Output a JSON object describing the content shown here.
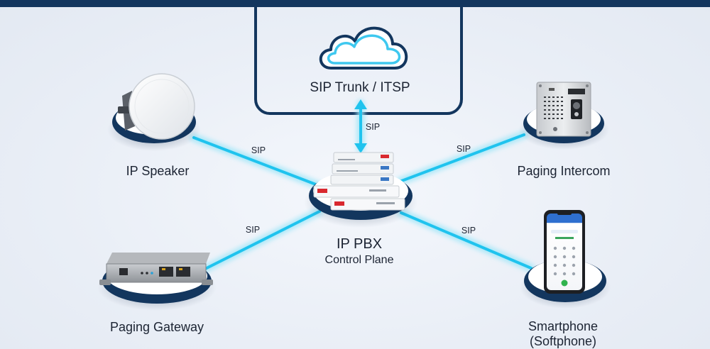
{
  "cloud": {
    "label": "SIP Trunk / ITSP",
    "link_label": "SIP"
  },
  "pbx": {
    "title": "IP PBX",
    "subtitle": "Control Plane"
  },
  "devices": {
    "ip_speaker": {
      "label": "IP Speaker",
      "link_label": "SIP"
    },
    "paging_intercom": {
      "label": "Paging Intercom",
      "link_label": "SIP"
    },
    "paging_gateway": {
      "label": "Paging Gateway",
      "link_label": "SIP"
    },
    "smartphone": {
      "label": "Smartphone\n(Softphone)",
      "link_label": "SIP"
    }
  },
  "colors": {
    "navy": "#13365e",
    "link": "#1fc3ee",
    "link_glow": "#9fe6f8",
    "background": "#eef2f8"
  },
  "icons": {
    "cloud": "cloud-outline-icon",
    "link_arrow": "double-arrow-icon"
  }
}
